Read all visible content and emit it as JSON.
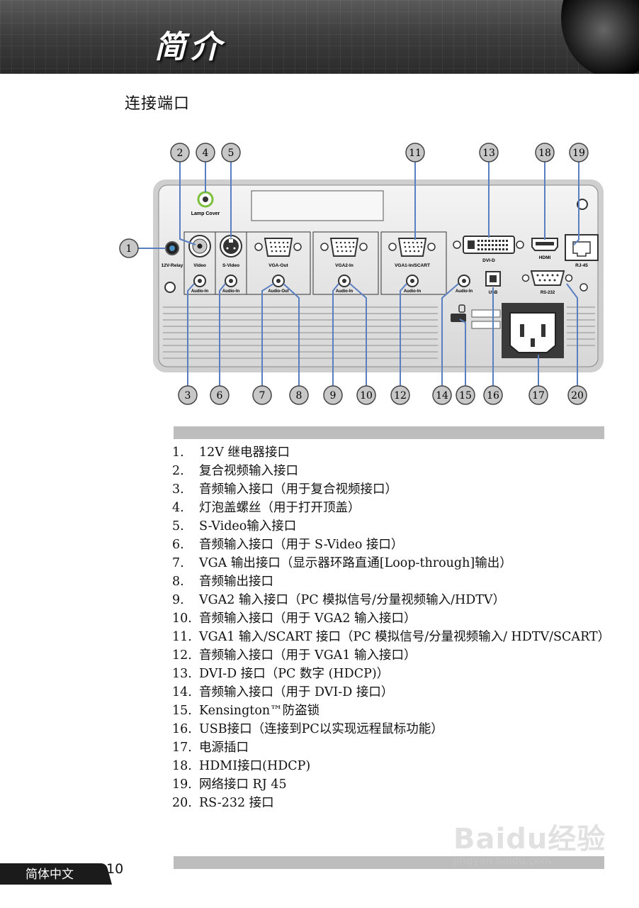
{
  "header": {
    "title": "简介"
  },
  "section_title": "连接端口",
  "diagram": {
    "callouts_top": [
      "2",
      "4",
      "5",
      "11",
      "13",
      "18",
      "19"
    ],
    "callouts_bottom": [
      "3",
      "6",
      "7",
      "8",
      "9",
      "10",
      "12",
      "14",
      "15",
      "16",
      "17",
      "20"
    ],
    "callout_left": "1",
    "panel_labels": {
      "lamp_cover": "Lamp Cover",
      "relay": "12V-Relay",
      "video": "Video",
      "svideo": "S-Video",
      "vga_out": "VGA-Out",
      "vga2_in": "VGA2-In",
      "vga1_in": "VGA1-In/SCART",
      "dvi_d": "DVI-D",
      "hdmi": "HDMI",
      "rj45": "RJ-45",
      "rs232": "RS-232",
      "usb": "USB",
      "audio_in": "Audio-In",
      "audio_out": "Audio-Out"
    }
  },
  "ports": [
    {
      "num": "1.",
      "text": "12V 继电器接口"
    },
    {
      "num": "2.",
      "text": "复合视频输入接口"
    },
    {
      "num": "3.",
      "text": "音频输入接口（用于复合视频接口）"
    },
    {
      "num": "4.",
      "text": "灯泡盖螺丝（用于打开顶盖）"
    },
    {
      "num": "5.",
      "text": "S-Video输入接口"
    },
    {
      "num": "6.",
      "text": "音频输入接口（用于 S-Video 接口）"
    },
    {
      "num": "7.",
      "text": "VGA 输出接口（显示器环路直通[Loop-through]输出）"
    },
    {
      "num": "8.",
      "text": "音频输出接口"
    },
    {
      "num": "9.",
      "text": "VGA2 输入接口（PC 模拟信号/分量视频输入/HDTV）"
    },
    {
      "num": "10.",
      "text": "音频输入接口（用于 VGA2 输入接口）"
    },
    {
      "num": "11.",
      "text": "VGA1 输入/SCART 接口（PC 模拟信号/分量视频输入/ HDTV/SCART）"
    },
    {
      "num": "12.",
      "text": "音频输入接口（用于 VGA1 输入接口）"
    },
    {
      "num": "13.",
      "text": "DVI-D 接口（PC 数字 (HDCP)）"
    },
    {
      "num": "14.",
      "text": "音频输入接口（用于 DVI-D 接口）"
    },
    {
      "num": "15.",
      "text": "Kensington™防盗锁"
    },
    {
      "num": "16.",
      "text": "USB接口（连接到PC以实现远程鼠标功能）"
    },
    {
      "num": "17.",
      "text": "电源插口"
    },
    {
      "num": "18.",
      "text": "HDMI接口(HDCP)"
    },
    {
      "num": "19.",
      "text": "网络接口 RJ 45"
    },
    {
      "num": "20.",
      "text": "RS-232 接口"
    }
  ],
  "footer": {
    "label": "简体中文",
    "page_number": "10"
  },
  "watermark": {
    "brand": "Baidu经验",
    "url": "jingyan.baidu.com"
  }
}
